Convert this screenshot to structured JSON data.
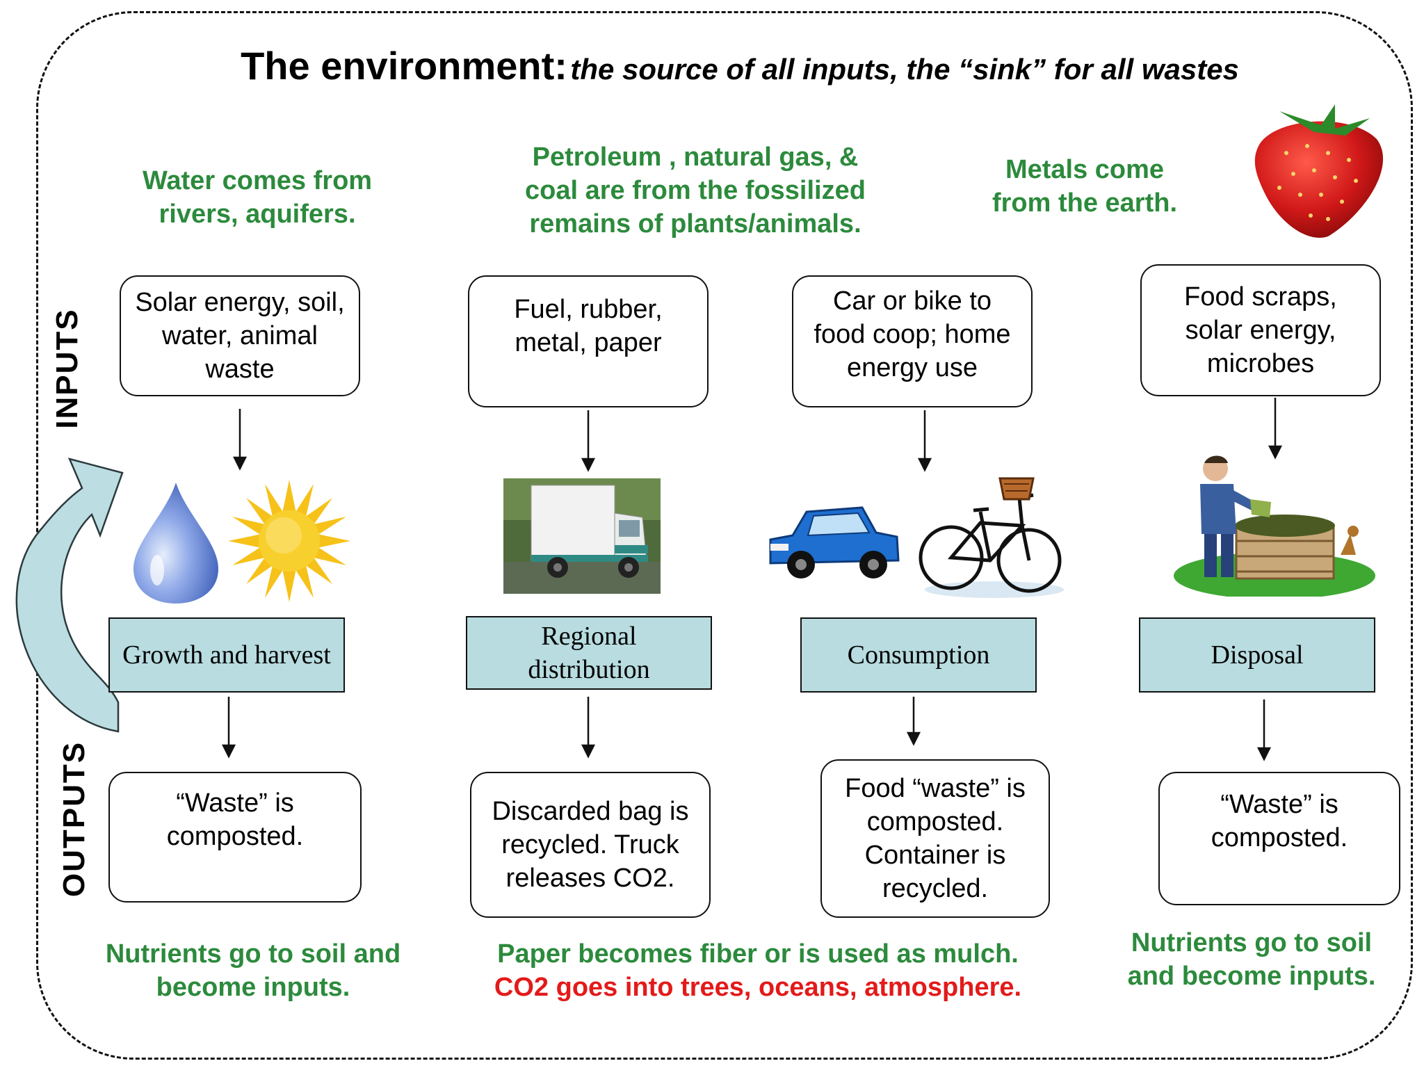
{
  "title": {
    "main": "The environment:",
    "sub": "the source of all inputs, the “sink” for all wastes"
  },
  "side_labels": {
    "inputs": "INPUTS",
    "outputs": "OUTPUTS"
  },
  "sources": {
    "water": [
      "Water comes from",
      "rivers, aquifers."
    ],
    "fossil": [
      "Petroleum , natural gas, &",
      "coal are from the fossilized",
      "remains of plants/animals."
    ],
    "metals": [
      "Metals come",
      "from the earth."
    ]
  },
  "columns": [
    {
      "input": [
        "Solar energy, soil,",
        "water, animal",
        "waste"
      ],
      "stage": [
        "Growth and harvest"
      ],
      "output": [
        "“Waste” is",
        "composted."
      ],
      "icons": [
        "water-drop-icon",
        "sun-icon"
      ]
    },
    {
      "input": [
        "Fuel, rubber,",
        "metal, paper"
      ],
      "stage": [
        "Regional",
        "distribution"
      ],
      "output": [
        "Discarded bag is",
        "recycled. Truck",
        "releases CO2."
      ],
      "icons": [
        "truck-icon"
      ]
    },
    {
      "input": [
        "Car or bike to",
        "food coop; home",
        "energy use"
      ],
      "stage": [
        "Consumption"
      ],
      "output": [
        "Food “waste” is",
        "composted.",
        "Container is",
        "recycled."
      ],
      "icons": [
        "car-icon",
        "bicycle-icon"
      ]
    },
    {
      "input": [
        "Food scraps,",
        "solar energy,",
        "microbes"
      ],
      "stage": [
        "Disposal"
      ],
      "output": [
        "“Waste” is",
        "composted."
      ],
      "icons": [
        "composting-person-icon"
      ]
    }
  ],
  "notes": {
    "left": [
      "Nutrients go to soil and",
      "become inputs."
    ],
    "middle_green": "Paper becomes fiber or is used as mulch.",
    "middle_red": "CO2 goes into trees, oceans, atmosphere.",
    "right": [
      "Nutrients go to soil",
      "and become inputs."
    ]
  },
  "colors": {
    "green_text": "#2c8a3c",
    "red_text": "#e31a1a",
    "stage_fill": "#b8dce0",
    "cycle_arrow": "#bcdde2"
  },
  "decorations": [
    "strawberry-icon",
    "cycle-arrow-icon"
  ]
}
